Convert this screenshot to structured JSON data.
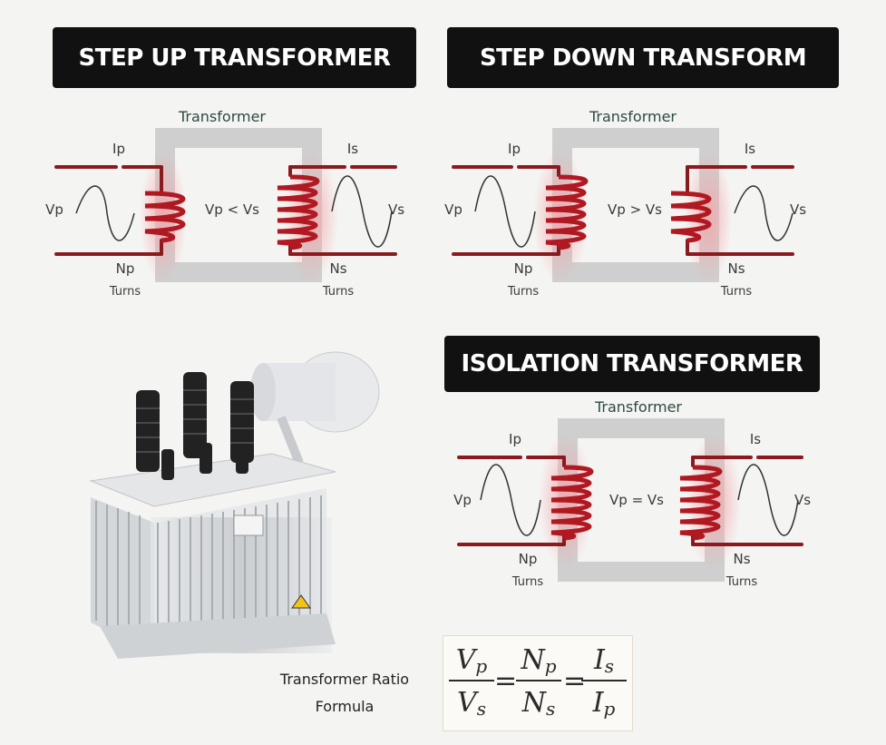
{
  "banners": {
    "step_up": "STEP UP TRANSFORMER",
    "step_down": "STEP DOWN TRANSFORM",
    "isolation": "ISOLATION TRANSFORMER"
  },
  "step_up": {
    "core_label": "Transformer",
    "ip": "Ip",
    "is": "Is",
    "vp": "Vp",
    "vs": "Vs",
    "relation": "Vp < Vs",
    "np": "Np",
    "ns": "Ns",
    "turns_primary": "Turns",
    "turns_secondary": "Turns"
  },
  "step_down": {
    "core_label": "Transformer",
    "ip": "Ip",
    "is": "Is",
    "vp": "Vp",
    "vs": "Vs",
    "relation": "Vp > Vs",
    "np": "Np",
    "ns": "Ns",
    "turns_primary": "Turns",
    "turns_secondary": "Turns"
  },
  "isolation": {
    "core_label": "Transformer",
    "ip": "Ip",
    "is": "Is",
    "vp": "Vp",
    "vs": "Vs",
    "relation": "Vp = Vs",
    "np": "Np",
    "ns": "Ns",
    "turns_primary": "Turns",
    "turns_secondary": "Turns"
  },
  "formula": {
    "label_line1": "Transformer Ratio",
    "label_line2": "Formula",
    "f1_num_base": "V",
    "f1_num_sub": "p",
    "f1_den_base": "V",
    "f1_den_sub": "s",
    "f2_num_base": "N",
    "f2_num_sub": "p",
    "f2_den_base": "N",
    "f2_den_sub": "s",
    "f3_num_base": "I",
    "f3_num_sub": "s",
    "f3_den_base": "I",
    "f3_den_sub": "p",
    "equals": "="
  },
  "colors": {
    "wire": "#8b1a1f",
    "coil": "#b01822",
    "core": "#cfcfcf",
    "banner_bg": "#111111"
  }
}
